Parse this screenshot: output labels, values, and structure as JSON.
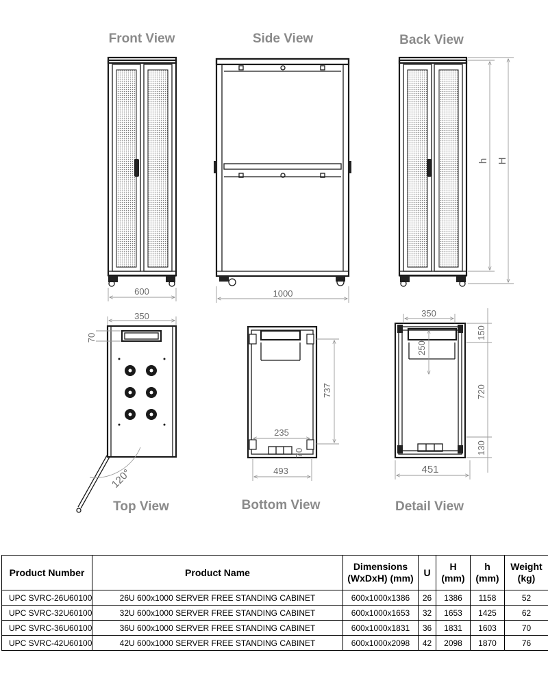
{
  "views": {
    "front": "Front View",
    "side": "Side View",
    "back": "Back View",
    "top": "Top View",
    "bottom": "Bottom View",
    "detail": "Detail View"
  },
  "dimensions": {
    "front_width": "600",
    "side_depth": "1000",
    "back_h": "h",
    "back_H": "H",
    "top_width": "350",
    "top_depth": "70",
    "top_angle": "120°",
    "bottom_depth": "737",
    "bottom_inner": "235",
    "bottom_side": "70",
    "bottom_width": "493",
    "detail_width_top": "350",
    "detail_height_top": "250",
    "detail_top": "150",
    "detail_mid": "720",
    "detail_bottom": "130",
    "detail_width": "451"
  },
  "table": {
    "headers": {
      "product_number": "Product Number",
      "product_name": "Product Name",
      "dimensions": "Dimensions (WxDxH) (mm)",
      "u": "U",
      "H": "H (mm)",
      "h": "h (mm)",
      "weight": "Weight (kg)"
    },
    "rows": [
      {
        "number": "UPC SVRC-26U60100",
        "name": "26U 600x1000 SERVER FREE STANDING CABINET",
        "dims": "600x1000x1386",
        "u": "26",
        "H": "1386",
        "h": "1158",
        "weight": "52"
      },
      {
        "number": "UPC SVRC-32U60100",
        "name": "32U 600x1000 SERVER FREE STANDING CABINET",
        "dims": "600x1000x1653",
        "u": "32",
        "H": "1653",
        "h": "1425",
        "weight": "62"
      },
      {
        "number": "UPC SVRC-36U60100",
        "name": "36U 600x1000 SERVER FREE STANDING CABINET",
        "dims": "600x1000x1831",
        "u": "36",
        "H": "1831",
        "h": "1603",
        "weight": "70"
      },
      {
        "number": "UPC SVRC-42U60100",
        "name": "42U 600x1000 SERVER FREE STANDING CABINET",
        "dims": "600x1000x2098",
        "u": "42",
        "H": "2098",
        "h": "1870",
        "weight": "76"
      }
    ]
  }
}
